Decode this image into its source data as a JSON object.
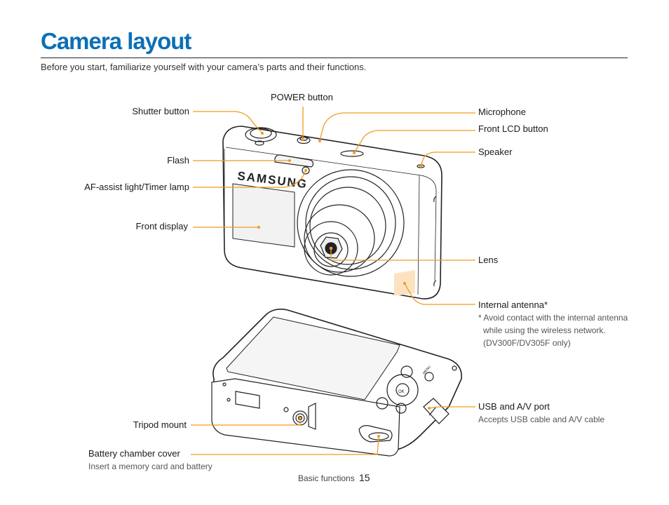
{
  "page": {
    "title": "Camera layout",
    "intro": "Before you start, familiarize yourself with your camera’s parts and their functions."
  },
  "labels": {
    "shutter": "Shutter button",
    "power": "POWER button",
    "microphone": "Microphone",
    "front_lcd": "Front LCD button",
    "speaker": "Speaker",
    "flash": "Flash",
    "af_assist": "AF-assist light/Timer lamp",
    "front_display": "Front display",
    "lens": "Lens",
    "antenna": "Internal antenna*",
    "antenna_note_1": "* Avoid contact with the internal antenna",
    "antenna_note_2": "while using the wireless network.",
    "antenna_note_3": "(DV300F/DV305F only)",
    "usb": "USB and A/V port",
    "usb_note": "Accepts USB cable and A/V cable",
    "tripod": "Tripod mount",
    "battery": "Battery chamber cover",
    "battery_note": "Insert a memory card and battery"
  },
  "camera": {
    "brand": "SAMSUNG",
    "button_menu": "MENU",
    "button_ok": "OK"
  },
  "footer": {
    "section": "Basic functions",
    "page_number": "15"
  },
  "colors": {
    "accent": "#0c6fb5",
    "leader": "#f29a1f",
    "antenna_fill": "#fde2c2"
  }
}
